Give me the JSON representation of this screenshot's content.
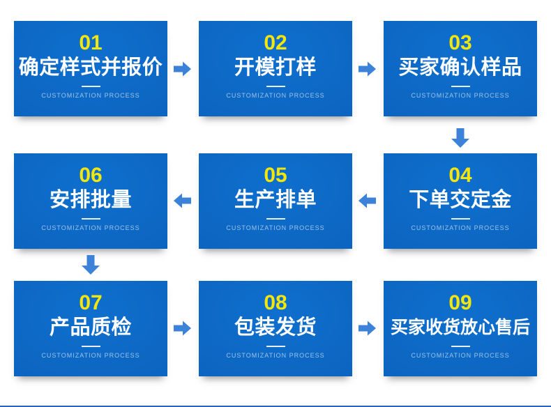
{
  "steps": [
    {
      "number": "01",
      "title": "确定样式并报价",
      "subtitle": "CUSTOMIZATION PROCESS"
    },
    {
      "number": "02",
      "title": "开模打样",
      "subtitle": "CUSTOMIZATION PROCESS"
    },
    {
      "number": "03",
      "title": "买家确认样品",
      "subtitle": "CUSTOMIZATION PROCESS"
    },
    {
      "number": "04",
      "title": "下单交定金",
      "subtitle": "CUSTOMIZATION PROCESS"
    },
    {
      "number": "05",
      "title": "生产排单",
      "subtitle": "CUSTOMIZATION PROCESS"
    },
    {
      "number": "06",
      "title": "安排批量",
      "subtitle": "CUSTOMIZATION PROCESS"
    },
    {
      "number": "07",
      "title": "产品质检",
      "subtitle": "CUSTOMIZATION PROCESS"
    },
    {
      "number": "08",
      "title": "包装发货",
      "subtitle": "CUSTOMIZATION PROCESS"
    },
    {
      "number": "09",
      "title": "买家收货放心售后",
      "subtitle": "CUSTOMIZATION PROCESS"
    }
  ],
  "flow": {
    "connections": [
      "step1-right-step2",
      "step2-right-step3",
      "step3-down-step4",
      "step4-left-step5",
      "step5-left-step6",
      "step6-down-step7",
      "step7-right-step8",
      "step8-right-step9"
    ]
  },
  "colors": {
    "card-blue-light": "#0f6fce",
    "card-blue-dark": "#0a5cb4",
    "number-yellow": "#f2e60d",
    "subtitle-blue": "#9dc3e6",
    "arrow-blue": "#3b82d8",
    "rule-blue": "#2a62c2"
  }
}
